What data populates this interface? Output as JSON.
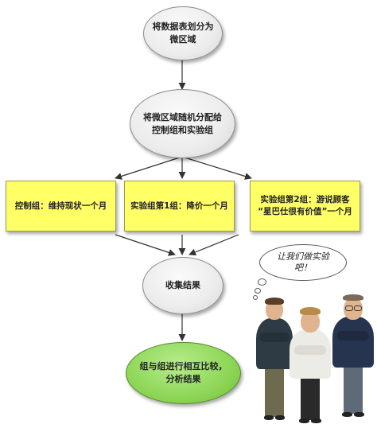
{
  "nodes": {
    "start": "将数据表划分为\n微区域",
    "randomize": "将微区域随机分配给\n控制组和实验组",
    "control": "控制组：维持现状一个月",
    "exp1": "实验组第1组：降价一个月",
    "exp2": "实验组第2组：游说顾客\n“星巴仕很有价值”一个月",
    "collect": "收集结果",
    "compare": "组与组进行相互比较，\n分析结果"
  },
  "bubble": {
    "text": "让我们做实验\n吧！"
  },
  "colors": {
    "process_fill": "#ececec",
    "group_fill": "#ffff66",
    "result_fill": "#8ed657",
    "arrow": "#333333"
  },
  "illustration": {
    "subject": "three-men-group-icon"
  }
}
